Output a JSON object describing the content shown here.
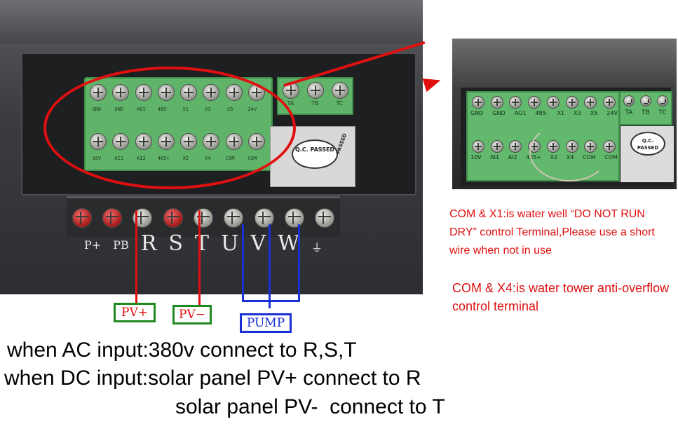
{
  "left_photo": {
    "signal_labels_top": [
      "GND",
      "GND",
      "AO1",
      "485-",
      "X1",
      "X3",
      "X5",
      "24V"
    ],
    "signal_labels_bottom": [
      "10V",
      "AI1",
      "AI2",
      "485+",
      "X2",
      "X4",
      "COM",
      "COM"
    ],
    "relay_labels": [
      "TA",
      "TB",
      "TC"
    ],
    "qc_sticker": "Q.C. PASSED",
    "qc_side": "PASSED",
    "power_terminals": [
      "P+",
      "PB",
      "R",
      "S",
      "T",
      "U",
      "V",
      "W",
      "⏚"
    ]
  },
  "right_photo": {
    "signal_labels_top": [
      "GND",
      "GND",
      "AO1",
      "485-",
      "X1",
      "X3",
      "X5",
      "24V"
    ],
    "signal_labels_bottom": [
      "10V",
      "AI1",
      "AI2",
      "485+",
      "X2",
      "X4",
      "COM",
      "COM"
    ],
    "relay_labels": [
      "TA",
      "TB",
      "TC"
    ],
    "qc_sticker": "Q.C. PASSED"
  },
  "tags": {
    "pv_plus": "PV+",
    "pv_minus": "PV−",
    "pump": "PUMP"
  },
  "notes": {
    "note1": "COM & X1:is water well “DO NOT RUN DRY” control Terminal,Please use a short wire when not in use",
    "note2": "COM & X4:is water tower anti-overflow control terminal"
  },
  "instructions": {
    "line1": "when AC input:380v connect to R,S,T",
    "line2": "when DC input:solar panel PV+ connect to R",
    "line3": "solar panel PV-  connect to T"
  },
  "colors": {
    "annotation_red": "#e01010",
    "annotation_blue": "#1a2fd6",
    "box_green": "#1f8a1f"
  }
}
